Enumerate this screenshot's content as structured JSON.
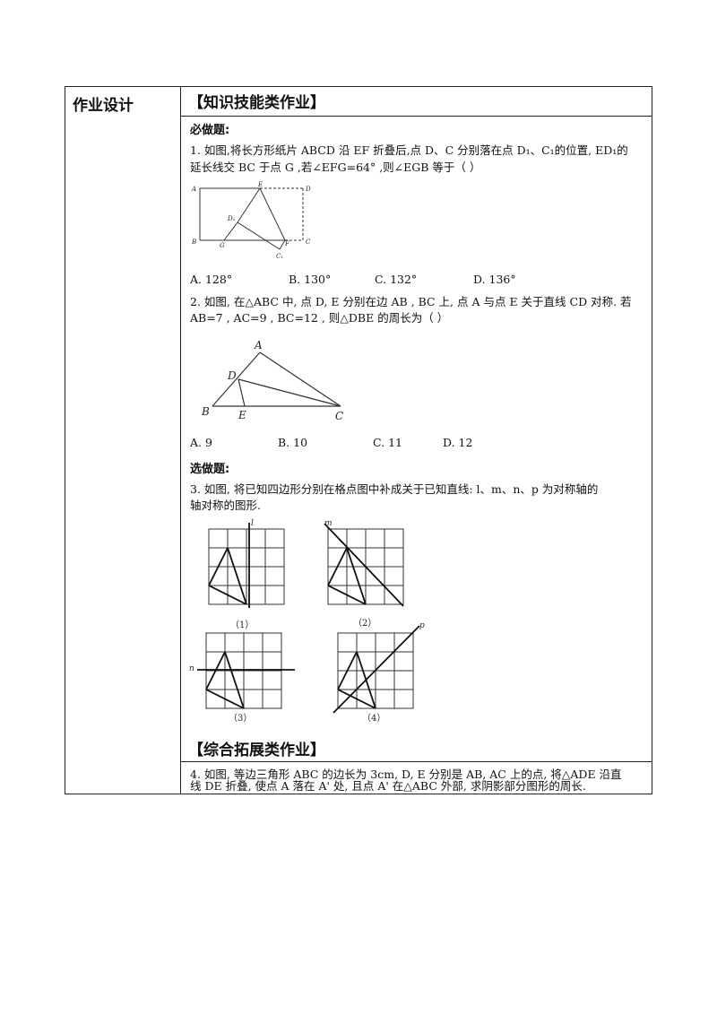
{
  "left_label": "作业设计",
  "section1_title": "【知识技能类作业】",
  "required_label": "必做题:",
  "q1": {
    "line1": "1. 如图,将长方形纸片 ABCD 沿 EF 折叠后,点 D、C 分别落在点 D₁、C₁的位置, ED₁的",
    "line2": "延长线交 BC 于点 G ,若∠EFG=64° ,则∠EGB 等于（       ）",
    "figure_labels": [
      "A",
      "E",
      "D",
      "D₁",
      "B",
      "G",
      "F",
      "C",
      "C₁"
    ],
    "options": [
      "A. 128°",
      "B. 130°",
      "C. 132°",
      "D. 136°"
    ]
  },
  "q2": {
    "line1": "2. 如图, 在△ABC 中, 点 D, E 分别在边 AB , BC 上, 点 A 与点 E 关于直线 CD 对称. 若",
    "line2": "AB=7 , AC=9 , BC=12 , 则△DBE 的周长为（      ）",
    "figure_labels": [
      "A",
      "D",
      "B",
      "E",
      "C"
    ],
    "options": [
      "A. 9",
      "B. 10",
      "C. 11",
      "D. 12"
    ]
  },
  "optional_label": "选做题:",
  "q3": {
    "line1": "3. 如图, 将已知四边形分别在格点图中补成关于已知直线: l、m、n、p 为对称轴的",
    "line2": "轴对称的图形.",
    "axis_labels": [
      "l",
      "m",
      "n",
      "p"
    ],
    "captions": [
      "（1）",
      "（2）",
      "（3）",
      "（4）"
    ]
  },
  "section2_title": "【综合拓展类作业】",
  "q4": {
    "line1": "4. 如图, 等边三角形 ABC 的边长为 3cm, D, E 分别是 AB, AC 上的点, 将△ADE 沿直",
    "line2": "线 DE 折叠, 使点 A 落在 A' 处, 且点 A' 在△ABC 外部, 求阴影部分图形的周长."
  }
}
